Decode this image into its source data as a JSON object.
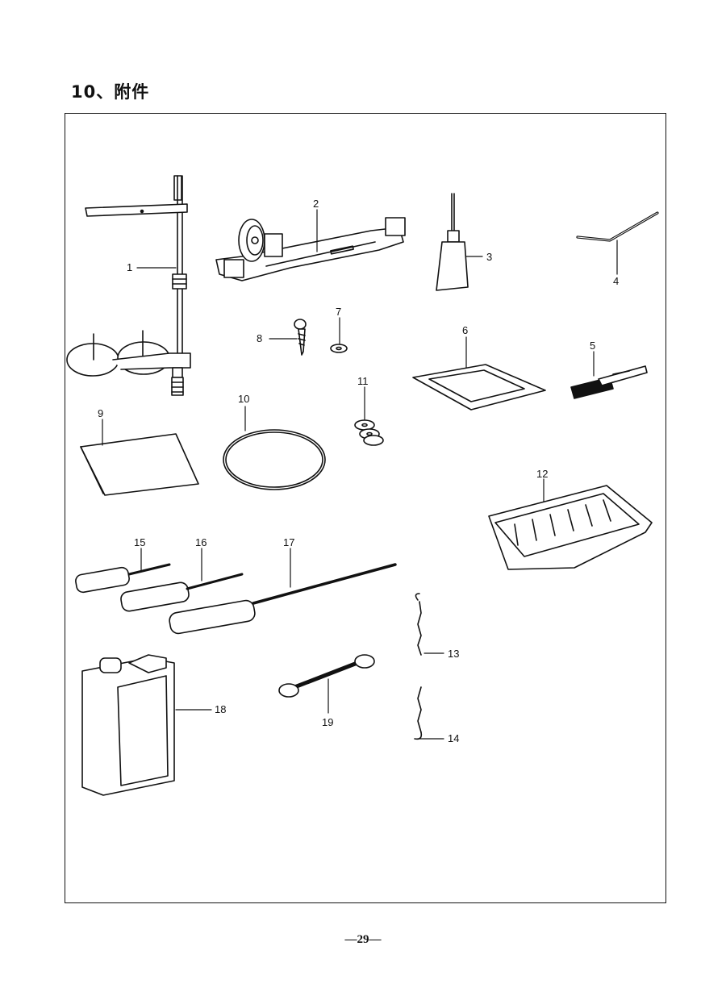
{
  "section": {
    "heading": "10、附件"
  },
  "parts": [
    {
      "label": "1",
      "name": "thread-stand"
    },
    {
      "label": "2",
      "name": "bobbin-winder"
    },
    {
      "label": "3",
      "name": "oiler"
    },
    {
      "label": "4",
      "name": "rod"
    },
    {
      "label": "5",
      "name": "brush"
    },
    {
      "label": "6",
      "name": "pan-gasket"
    },
    {
      "label": "7",
      "name": "washer"
    },
    {
      "label": "8",
      "name": "wood-screw"
    },
    {
      "label": "9",
      "name": "cover-bag"
    },
    {
      "label": "10",
      "name": "belt"
    },
    {
      "label": "11",
      "name": "bobbins"
    },
    {
      "label": "12",
      "name": "knee-press-pad"
    },
    {
      "label": "13",
      "name": "chain"
    },
    {
      "label": "14",
      "name": "s-hook"
    },
    {
      "label": "15",
      "name": "small-screwdriver"
    },
    {
      "label": "16",
      "name": "medium-screwdriver"
    },
    {
      "label": "17",
      "name": "large-screwdriver"
    },
    {
      "label": "18",
      "name": "oil-can"
    },
    {
      "label": "19",
      "name": "wrench"
    }
  ],
  "footer": {
    "page_number": "—29—"
  }
}
